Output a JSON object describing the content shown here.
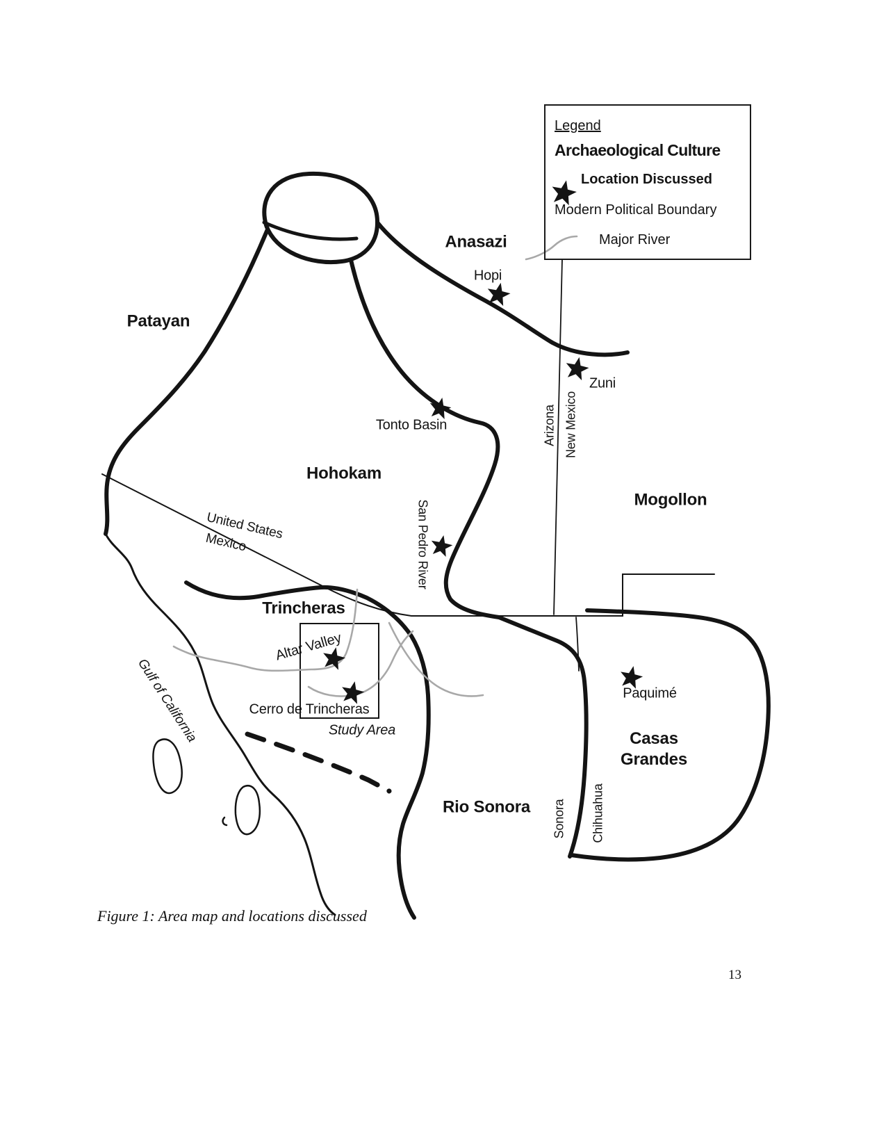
{
  "page": {
    "caption": "Figure 1: Area map and locations discussed",
    "page_number": "13"
  },
  "legend": {
    "title": "Legend",
    "archaeological_culture": "Archaeological Culture",
    "location_discussed": "Location Discussed",
    "modern_political_boundary": "Modern Political Boundary",
    "major_river": "Major River"
  },
  "labels": {
    "patayan": "Patayan",
    "anasazi": "Anasazi",
    "hopi": "Hopi",
    "zuni": "Zuni",
    "tonto_basin": "Tonto Basin",
    "hohokam": "Hohokam",
    "mogollon": "Mogollon",
    "united_states": "United States",
    "mexico": "Mexico",
    "arizona": "Arizona",
    "new_mexico": "New Mexico",
    "san_pedro_river": "San Pedro River",
    "trincheras": "Trincheras",
    "altar_valley": "Altar Valley",
    "cerro_de_trincheras": "Cerro de Trincheras",
    "study_area": "Study Area",
    "gulf_of_california": "Gulf of California",
    "paquime": "Paquimé",
    "rio_sonora": "Rio Sonora",
    "sonora": "Sonora",
    "chihuahua": "Chihuahua"
  },
  "casas_grandes": {
    "line1": "Casas",
    "line2": "Grandes"
  },
  "colors": {
    "ink": "#141414",
    "river_gray": "#a8a8a8",
    "background": "#ffffff"
  }
}
